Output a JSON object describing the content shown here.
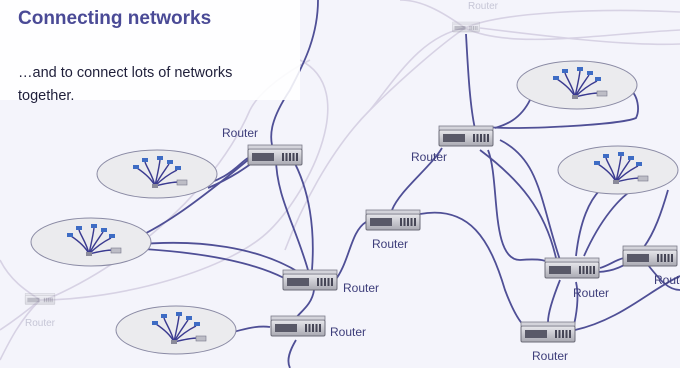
{
  "slide": {
    "title": "Connecting networks",
    "subtitle": "…and to connect lots of networks together."
  },
  "router_label": "Router",
  "colors": {
    "link": "#4f4f96",
    "faint_link": "#d7d2e4",
    "title": "#4a4a96",
    "background": "#f4f4fb"
  }
}
